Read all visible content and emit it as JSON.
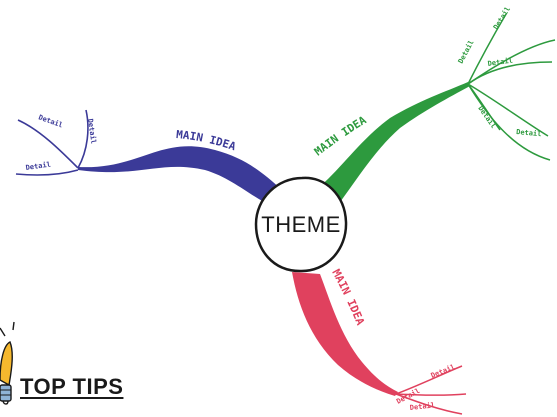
{
  "theme": "THEME",
  "branches": [
    {
      "label": "MAIN IDEA",
      "color": "#3b3a98",
      "details": [
        "Detail",
        "Detail",
        "Detail"
      ]
    },
    {
      "label": "MAIN IDEA",
      "color": "#2d9a3e",
      "details": [
        "Detail",
        "Detail",
        "Detail",
        "Detail",
        "Detail"
      ]
    },
    {
      "label": "MAIN IDEA",
      "color": "#e0415e",
      "details": [
        "Detail",
        "Detail",
        "Detail"
      ]
    }
  ],
  "footer": {
    "title": "TOP TIPS",
    "icon": "lightbulb-icon",
    "icon_color": "#f5b82e"
  }
}
